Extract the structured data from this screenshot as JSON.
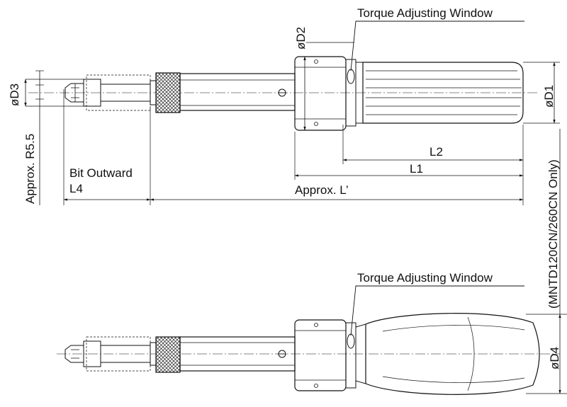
{
  "diagram": {
    "top": {
      "torque_window_label": "Torque Adjusting Window",
      "d1": "øD1",
      "d2": "øD2",
      "d3": "øD3",
      "l1": "L1",
      "l2": "L2",
      "l4": "L4",
      "bit_outward": "Bit Outward",
      "approx_l": "Approx. L’",
      "approx_r": "Approx. R5.5"
    },
    "bottom": {
      "torque_window_label": "Torque Adjusting Window",
      "d4": "øD4",
      "model_note": "(MNTD120CN/260CN Only)"
    }
  }
}
